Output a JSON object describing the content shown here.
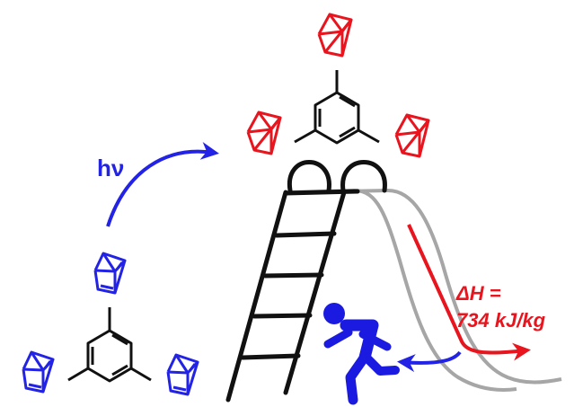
{
  "labels": {
    "photon_h": "h",
    "photon_nu": "ν",
    "delta_symbol": "Δ",
    "enthalpy_var": "H",
    "enthalpy_eq": " =",
    "enthalpy_value": "734 kJ/kg"
  },
  "colors": {
    "nbd_blue": "#2323e6",
    "qc_red": "#e8141e",
    "ladder": "#111111",
    "slide": "#a6a6a6",
    "figure": "#1a1ae0",
    "core": "#111111"
  },
  "icons": {
    "runner": "running-person-icon",
    "photon_arrow": "curved-arrow-icon"
  }
}
